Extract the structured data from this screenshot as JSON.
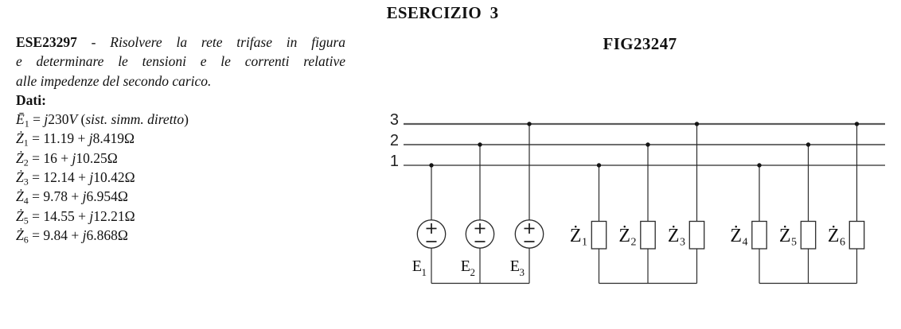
{
  "page": {
    "title": "ESERCIZIO 3",
    "figure_label": "FIG23247"
  },
  "colors": {
    "background": "#ffffff",
    "ink": "#111111"
  },
  "problem": {
    "code": "ESE23297",
    "separator": " - ",
    "line1": "Risolvere la rete trifase in figura",
    "line2": "e determinare le tensioni e le correnti relative",
    "line3": "alle impedenze del secondo carico.",
    "dati_label": "Dati:"
  },
  "equations": [
    {
      "parts": [
        {
          "t": "Ē",
          "i": true
        },
        {
          "t": "1",
          "sub": true
        },
        {
          "t": " = "
        },
        {
          "t": "j",
          "i": true
        },
        {
          "t": "230"
        },
        {
          "t": "V",
          "i": true
        },
        {
          "t": " ("
        },
        {
          "t": "sist. simm. diretto",
          "i": true
        },
        {
          "t": ")"
        }
      ]
    },
    {
      "parts": [
        {
          "t": "Ż",
          "i": true
        },
        {
          "t": "1",
          "sub": true
        },
        {
          "t": " = "
        },
        {
          "t": "11.19 + "
        },
        {
          "t": "j",
          "i": true
        },
        {
          "t": "8.419"
        },
        {
          "t": "Ω"
        }
      ]
    },
    {
      "parts": [
        {
          "t": "Ż",
          "i": true
        },
        {
          "t": "2",
          "sub": true
        },
        {
          "t": " = "
        },
        {
          "t": "16 + "
        },
        {
          "t": "j",
          "i": true
        },
        {
          "t": "10.25"
        },
        {
          "t": "Ω"
        }
      ]
    },
    {
      "parts": [
        {
          "t": "Ż",
          "i": true
        },
        {
          "t": "3",
          "sub": true
        },
        {
          "t": " = "
        },
        {
          "t": "12.14 + "
        },
        {
          "t": "j",
          "i": true
        },
        {
          "t": "10.42"
        },
        {
          "t": "Ω"
        }
      ]
    },
    {
      "parts": [
        {
          "t": "Ż",
          "i": true
        },
        {
          "t": "4",
          "sub": true
        },
        {
          "t": " = "
        },
        {
          "t": "9.78 + "
        },
        {
          "t": "j",
          "i": true
        },
        {
          "t": "6.954"
        },
        {
          "t": "Ω"
        }
      ]
    },
    {
      "parts": [
        {
          "t": "Ż",
          "i": true
        },
        {
          "t": "5",
          "sub": true
        },
        {
          "t": " = "
        },
        {
          "t": "14.55 + "
        },
        {
          "t": "j",
          "i": true
        },
        {
          "t": "12.21"
        },
        {
          "t": "Ω"
        }
      ]
    },
    {
      "parts": [
        {
          "t": "Ż",
          "i": true
        },
        {
          "t": "6",
          "sub": true
        },
        {
          "t": " = "
        },
        {
          "t": "9.84 + "
        },
        {
          "t": "j",
          "i": true
        },
        {
          "t": "6.868"
        },
        {
          "t": "Ω"
        }
      ]
    }
  ],
  "circuit": {
    "bus_labels": [
      "3",
      "2",
      "1"
    ],
    "sources": [
      {
        "sym": "E",
        "sub": "1"
      },
      {
        "sym": "E",
        "sub": "2"
      },
      {
        "sym": "E",
        "sub": "3"
      }
    ],
    "loads": [
      {
        "sym": "Ż",
        "sub": "1"
      },
      {
        "sym": "Ż",
        "sub": "2"
      },
      {
        "sym": "Ż",
        "sub": "3"
      },
      {
        "sym": "Ż",
        "sub": "4"
      },
      {
        "sym": "Ż",
        "sub": "5"
      },
      {
        "sym": "Ż",
        "sub": "6"
      }
    ]
  }
}
